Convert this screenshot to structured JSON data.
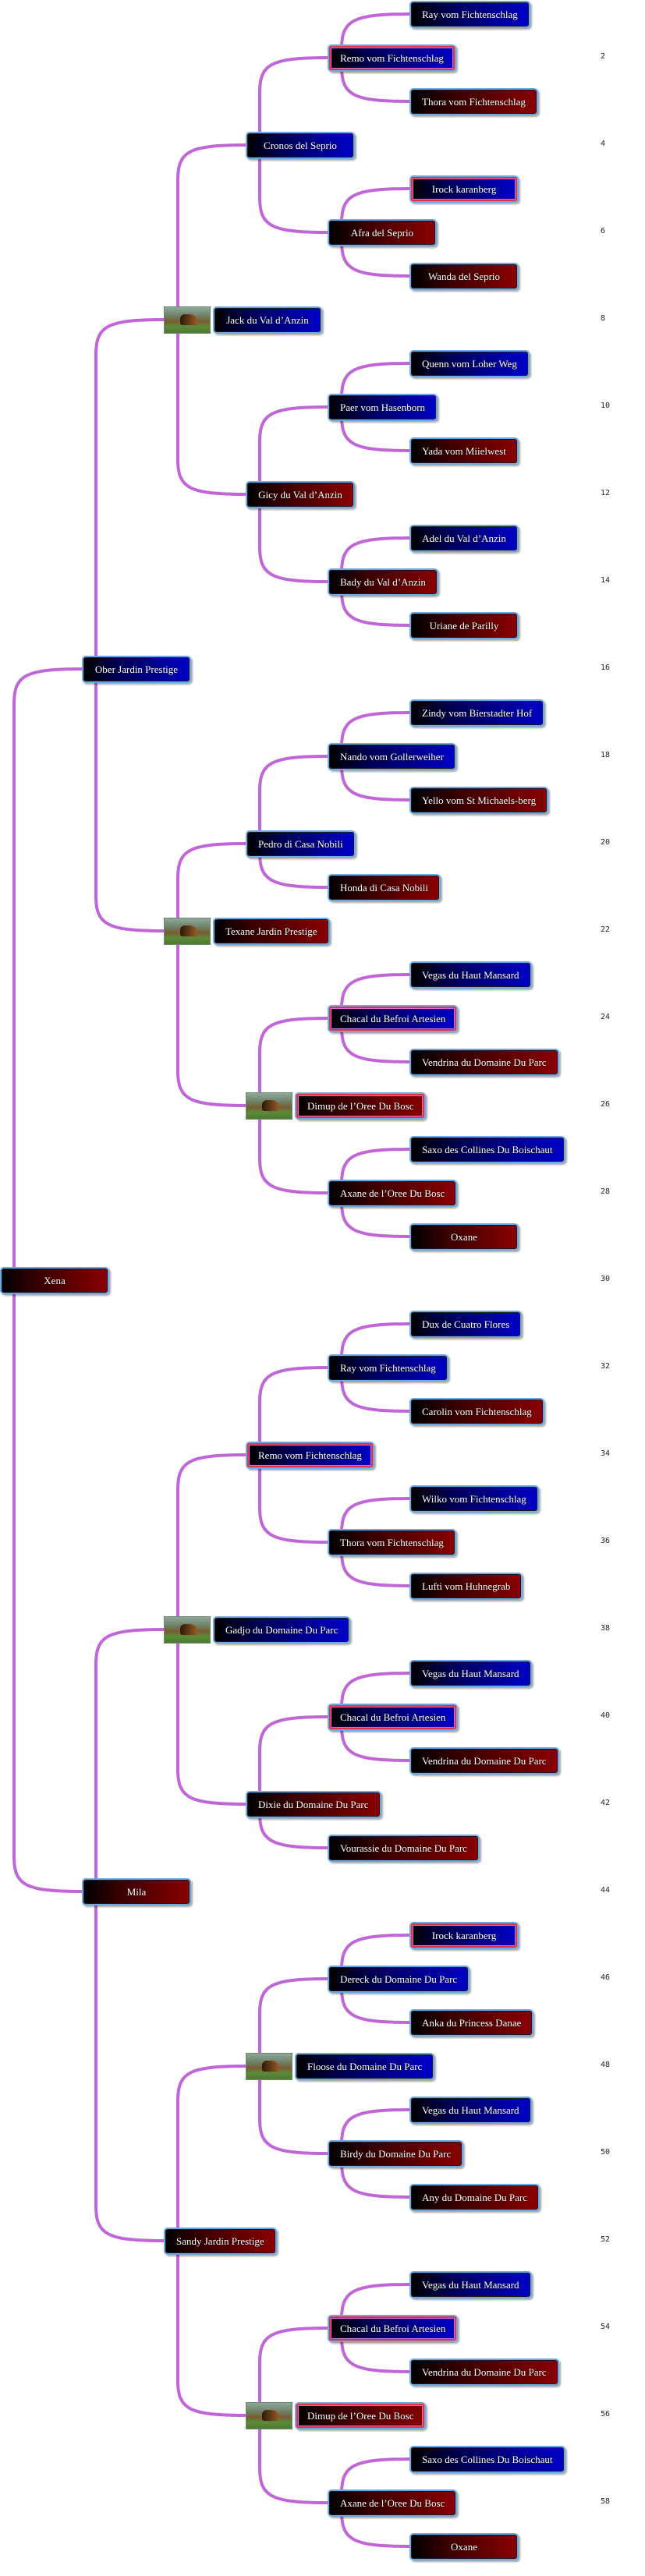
{
  "colors": {
    "connector": "#c066d8",
    "male": "#0000c8",
    "female": "#8a0000",
    "highlight": "#e0304a"
  },
  "nodes": [
    {
      "name": "Ray vom Fichtenschlag",
      "gen": 5,
      "sex": "m"
    },
    {
      "name": "Remo vom Fichtenschlag",
      "gen": 4,
      "sex": "m",
      "highlight": true
    },
    {
      "name": "Thora vom Fichtenschlag",
      "gen": 5,
      "sex": "f"
    },
    {
      "name": "Cronos del Seprio",
      "gen": 3,
      "sex": "m"
    },
    {
      "name": "Irock karanberg",
      "gen": 5,
      "sex": "m",
      "highlight": true
    },
    {
      "name": "Afra del Seprio",
      "gen": 4,
      "sex": "f"
    },
    {
      "name": "Wanda del Seprio",
      "gen": 5,
      "sex": "f"
    },
    {
      "name": "Jack du Val d’Anzin",
      "gen": 2,
      "sex": "m",
      "photo": true
    },
    {
      "name": "Quenn vom Loher Weg",
      "gen": 5,
      "sex": "m"
    },
    {
      "name": "Paer vom Hasenborn",
      "gen": 4,
      "sex": "m"
    },
    {
      "name": "Yada vom Miielwest",
      "gen": 5,
      "sex": "f"
    },
    {
      "name": "Gicy du Val d’Anzin",
      "gen": 3,
      "sex": "f"
    },
    {
      "name": "Adel du Val d’Anzin",
      "gen": 5,
      "sex": "m"
    },
    {
      "name": "Bady du Val d’Anzin",
      "gen": 4,
      "sex": "f"
    },
    {
      "name": "Uriane de Parilly",
      "gen": 5,
      "sex": "f"
    },
    {
      "name": "Ober Jardin Prestige",
      "gen": 1,
      "sex": "m"
    },
    {
      "name": "Zindy vom Bierstadter Hof",
      "gen": 5,
      "sex": "m"
    },
    {
      "name": "Nando vom Gollerweiher",
      "gen": 4,
      "sex": "m"
    },
    {
      "name": "Yello vom St Michaels-berg",
      "gen": 5,
      "sex": "f"
    },
    {
      "name": "Pedro di Casa Nobili",
      "gen": 3,
      "sex": "m"
    },
    {
      "name": "Honda di Casa Nobili",
      "gen": 4,
      "sex": "f"
    },
    {
      "name": "Texane Jardin Prestige",
      "gen": 2,
      "sex": "f",
      "photo": true
    },
    {
      "name": "Vegas du Haut Mansard",
      "gen": 5,
      "sex": "m"
    },
    {
      "name": "Chacal du Befroi Artesien",
      "gen": 4,
      "sex": "m",
      "highlight": true
    },
    {
      "name": "Vendrina du Domaine Du Parc",
      "gen": 5,
      "sex": "f"
    },
    {
      "name": "Dimup de l’Oree Du Bosc",
      "gen": 3,
      "sex": "f",
      "photo": true,
      "highlight": true
    },
    {
      "name": "Saxo des Collines Du Boischaut",
      "gen": 5,
      "sex": "m"
    },
    {
      "name": "Axane de l’Oree Du Bosc",
      "gen": 4,
      "sex": "f"
    },
    {
      "name": "Oxane",
      "gen": 5,
      "sex": "f"
    },
    {
      "name": "Xena",
      "gen": 0,
      "sex": "f"
    },
    {
      "name": "Dux de Cuatro Flores",
      "gen": 5,
      "sex": "m"
    },
    {
      "name": "Ray vom Fichtenschlag",
      "gen": 4,
      "sex": "m"
    },
    {
      "name": "Carolin vom Fichtenschlag",
      "gen": 5,
      "sex": "f"
    },
    {
      "name": "Remo vom Fichtenschlag",
      "gen": 3,
      "sex": "m",
      "highlight": true
    },
    {
      "name": "Wilko vom Fichtenschlag",
      "gen": 5,
      "sex": "m"
    },
    {
      "name": "Thora vom Fichtenschlag",
      "gen": 4,
      "sex": "f"
    },
    {
      "name": "Lufti vom Huhnegrab",
      "gen": 5,
      "sex": "f"
    },
    {
      "name": "Gadjo du Domaine Du Parc",
      "gen": 2,
      "sex": "m",
      "photo": true
    },
    {
      "name": "Vegas du Haut Mansard",
      "gen": 5,
      "sex": "m"
    },
    {
      "name": "Chacal du Befroi Artesien",
      "gen": 4,
      "sex": "m",
      "highlight": true
    },
    {
      "name": "Vendrina du Domaine Du Parc",
      "gen": 5,
      "sex": "f"
    },
    {
      "name": "Dixie du Domaine Du Parc",
      "gen": 3,
      "sex": "f"
    },
    {
      "name": "Vourassie du Domaine Du Parc",
      "gen": 4,
      "sex": "f"
    },
    {
      "name": "Mila",
      "gen": 1,
      "sex": "f"
    },
    {
      "name": "Irock karanberg",
      "gen": 5,
      "sex": "m",
      "highlight": true
    },
    {
      "name": "Dereck du Domaine Du Parc",
      "gen": 4,
      "sex": "m"
    },
    {
      "name": "Anka du Princess Danae",
      "gen": 5,
      "sex": "f"
    },
    {
      "name": "Floose du Domaine Du Parc",
      "gen": 3,
      "sex": "m",
      "photo": true
    },
    {
      "name": "Vegas du Haut Mansard",
      "gen": 5,
      "sex": "m"
    },
    {
      "name": "Birdy du Domaine Du Parc",
      "gen": 4,
      "sex": "f"
    },
    {
      "name": "Any du Domaine Du Parc",
      "gen": 5,
      "sex": "f"
    },
    {
      "name": "Sandy Jardin Prestige",
      "gen": 2,
      "sex": "f"
    },
    {
      "name": "Vegas du Haut Mansard",
      "gen": 5,
      "sex": "m"
    },
    {
      "name": "Chacal du Befroi Artesien",
      "gen": 4,
      "sex": "m",
      "highlight": true
    },
    {
      "name": "Vendrina du Domaine Du Parc",
      "gen": 5,
      "sex": "f"
    },
    {
      "name": "Dimup de l’Oree Du Bosc",
      "gen": 3,
      "sex": "f",
      "photo": true,
      "highlight": true
    },
    {
      "name": "Saxo des Collines Du Boischaut",
      "gen": 5,
      "sex": "m"
    },
    {
      "name": "Axane de l’Oree Du Bosc",
      "gen": 4,
      "sex": "f"
    },
    {
      "name": "Oxane",
      "gen": 5,
      "sex": "f"
    }
  ],
  "row_numbers": [
    "2",
    "4",
    "6",
    "8",
    "10",
    "12",
    "14",
    "16",
    "18",
    "20",
    "22",
    "24",
    "26",
    "28",
    "30",
    "32",
    "34",
    "36",
    "38",
    "40",
    "42",
    "44",
    "46",
    "48",
    "50",
    "52",
    "54",
    "56",
    "58"
  ]
}
